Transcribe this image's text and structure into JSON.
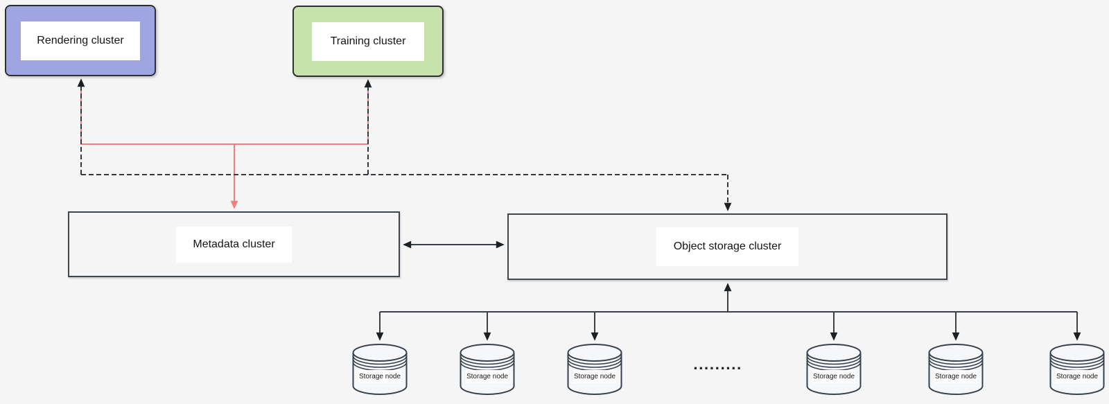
{
  "diagram": {
    "nodes": {
      "rendering_cluster": {
        "label": "Rendering cluster",
        "fill": "#9EA5E0"
      },
      "training_cluster": {
        "label": "Training cluster",
        "fill": "#C7E2AA"
      },
      "metadata_cluster": {
        "label": "Metadata cluster",
        "fill": "#F5F5F6"
      },
      "object_storage_cluster": {
        "label": "Object storage cluster",
        "fill": "#F5F5F6"
      }
    },
    "storage_nodes": [
      {
        "label": "Storage node"
      },
      {
        "label": "Storage node"
      },
      {
        "label": "Storage node"
      },
      {
        "label": "Storage node"
      },
      {
        "label": "Storage node"
      },
      {
        "label": "Storage node"
      }
    ],
    "ellipsis": ".........",
    "edges": [
      {
        "between": [
          "rendering_cluster",
          "training_cluster",
          "metadata_cluster"
        ],
        "style": "solid",
        "color": "#F08080",
        "arrowheads": [
          "metadata_cluster"
        ]
      },
      {
        "between": [
          "rendering_cluster",
          "training_cluster",
          "object_storage_cluster"
        ],
        "style": "dashed",
        "color": "#34393F",
        "arrowheads": [
          "rendering_cluster",
          "training_cluster",
          "object_storage_cluster"
        ]
      },
      {
        "between": [
          "metadata_cluster",
          "object_storage_cluster"
        ],
        "style": "solid",
        "color": "#3A4045",
        "arrowheads": [
          "metadata_cluster",
          "object_storage_cluster"
        ]
      },
      {
        "between": [
          "storage_nodes",
          "object_storage_cluster"
        ],
        "style": "solid",
        "color": "#3A4045",
        "arrowheads": [
          "object_storage_cluster",
          "storage_nodes"
        ]
      }
    ],
    "colors": {
      "background": "#F5F5F6",
      "line": "#3A4045",
      "dashed_line": "#34393F",
      "arrowhead": "#1D2023",
      "red_accent": "#F08080",
      "node_border": "#2B3036",
      "rect_border": "#3F464D",
      "label_background": "#FFFFFF",
      "text": "#141414"
    }
  }
}
